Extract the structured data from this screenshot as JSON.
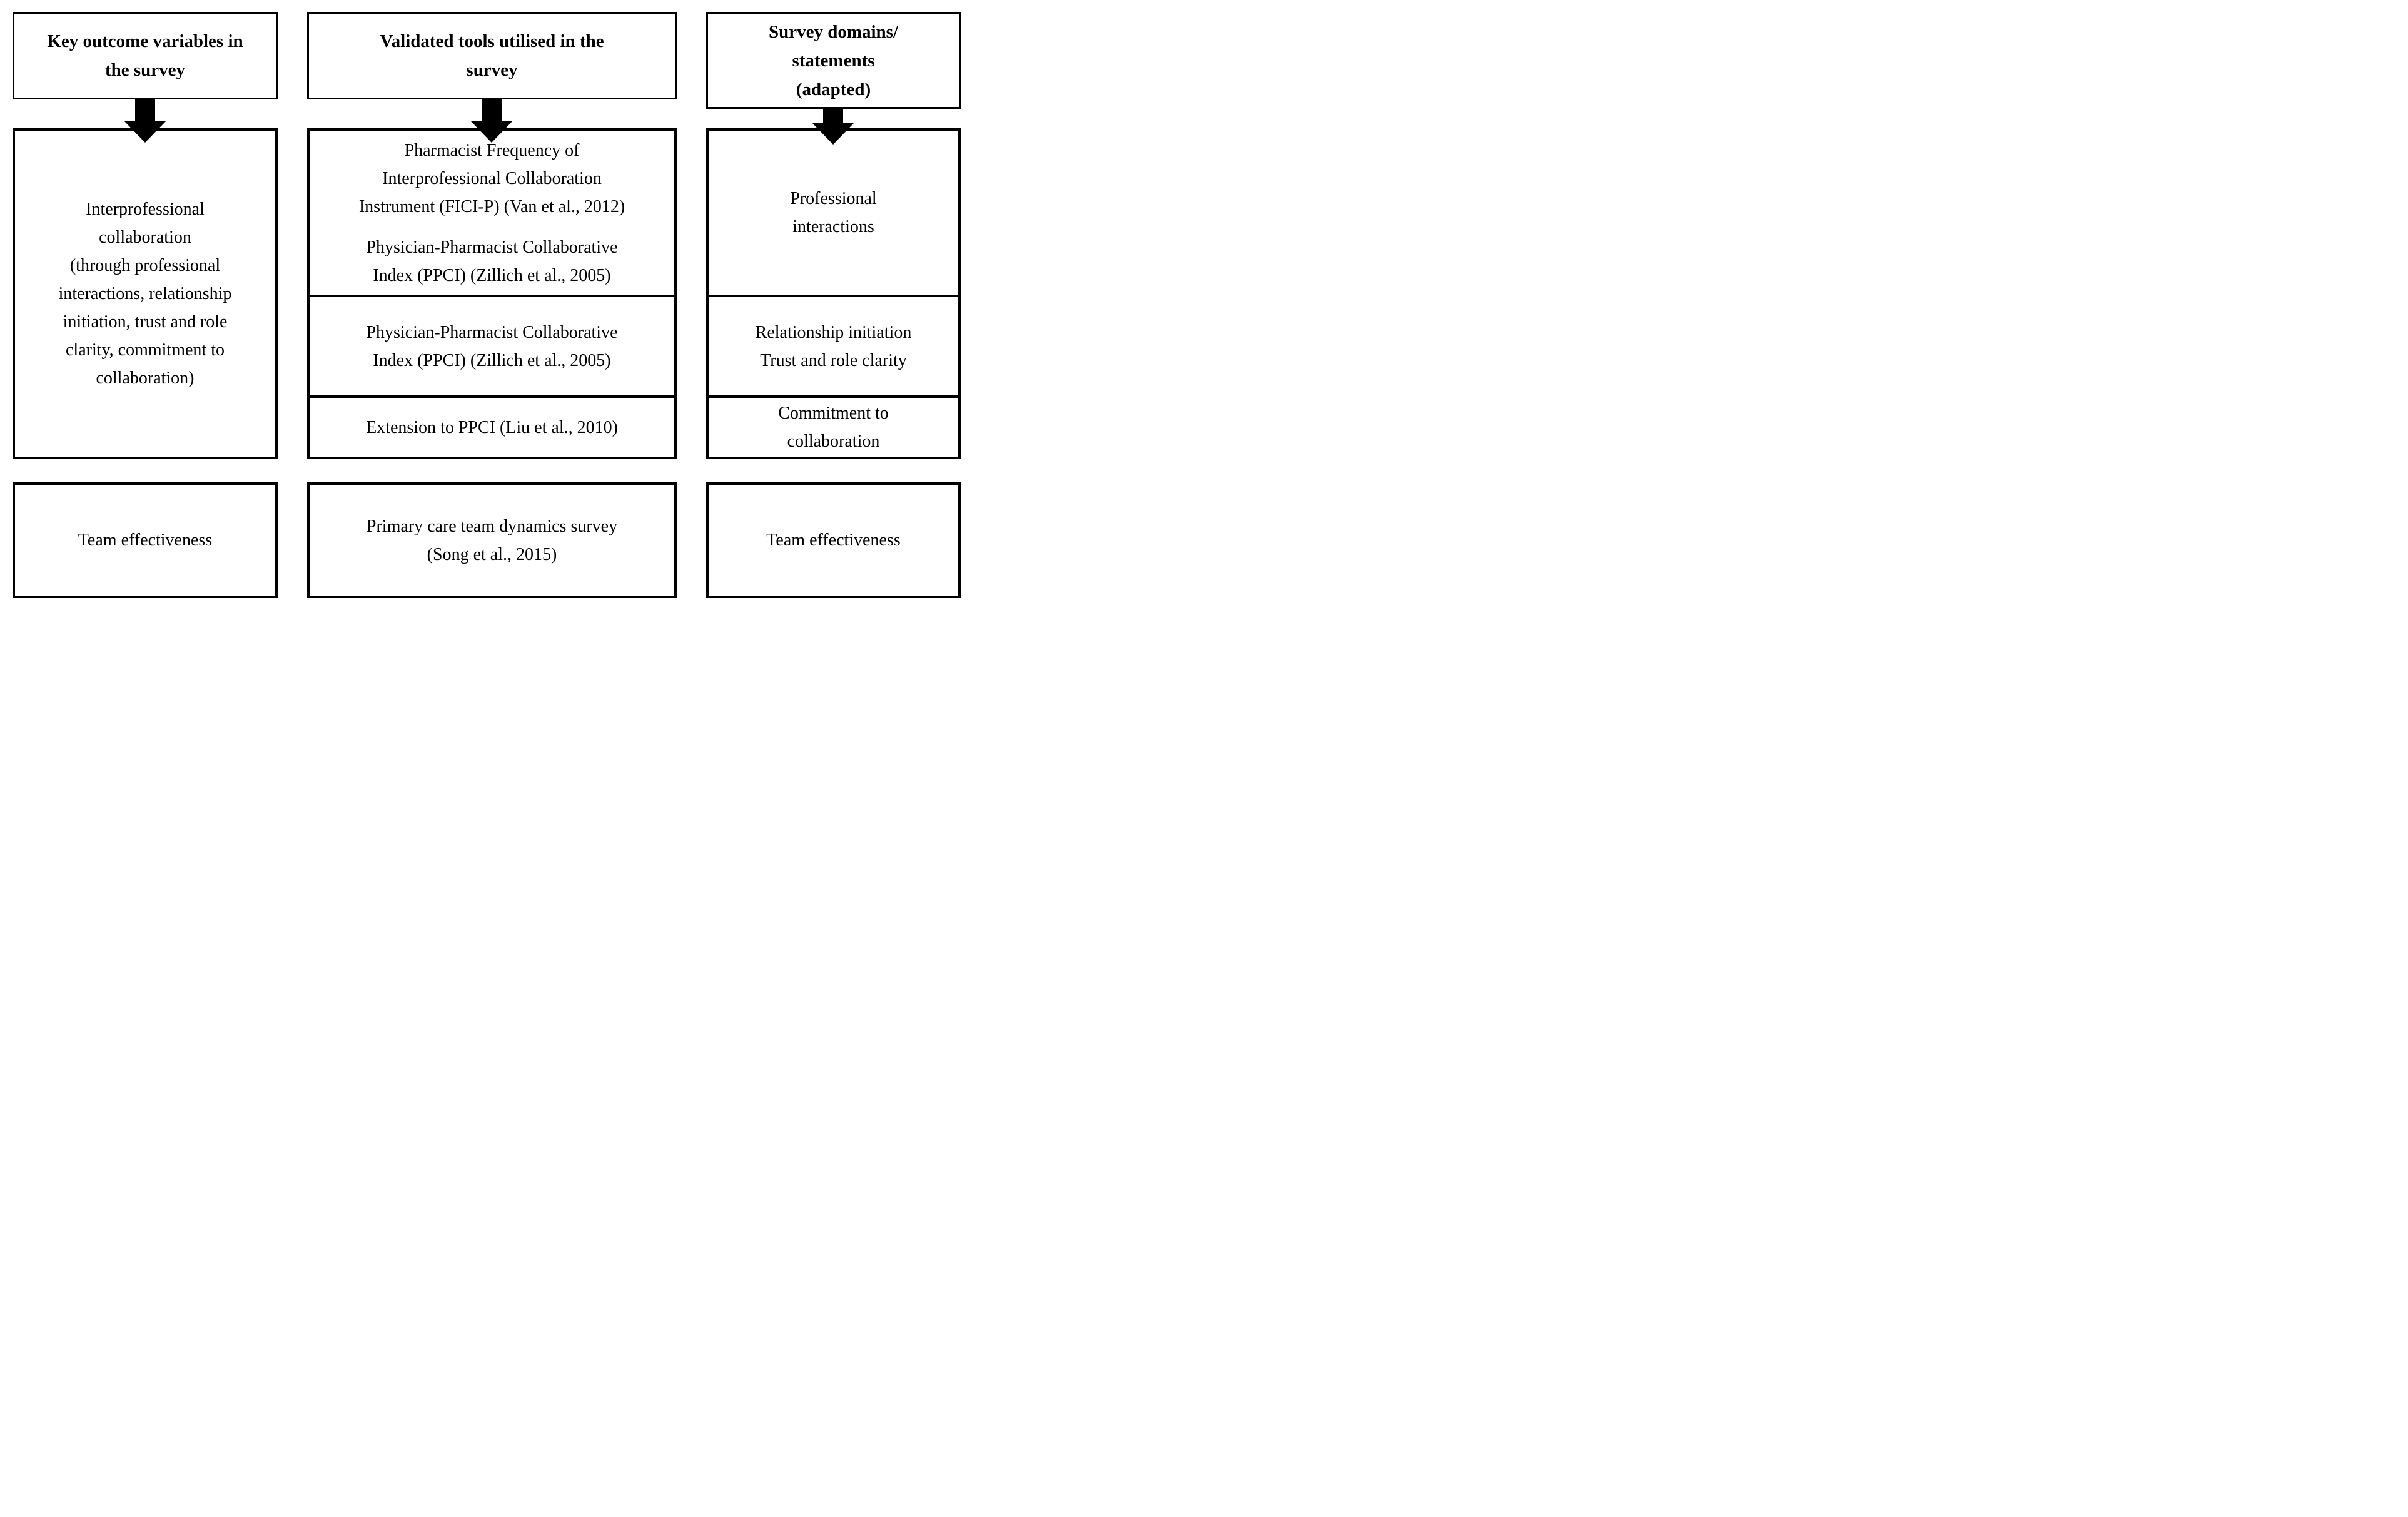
{
  "diagram": {
    "background_color": "#ffffff",
    "line_color": "#000000",
    "columns": [
      {
        "id": "key-outcome-variables",
        "header": [
          "Key outcome variables in",
          "the survey"
        ],
        "main": {
          "sections": [
            {
              "paragraphs": [
                {
                  "lines": [
                    "Interprofessional",
                    "collaboration",
                    "(through professional",
                    "interactions, relationship",
                    "initiation, trust and role",
                    "clarity, commitment to",
                    "collaboration)"
                  ]
                }
              ]
            }
          ]
        },
        "bottom": [
          "Team effectiveness"
        ]
      },
      {
        "id": "validated-tools",
        "header": [
          "Validated tools utilised in the",
          "survey"
        ],
        "main": {
          "sections": [
            {
              "paragraphs": [
                {
                  "lines": [
                    "Pharmacist Frequency of",
                    "Interprofessional Collaboration",
                    "Instrument (FICI-P) (Van et al., 2012)"
                  ]
                },
                {
                  "lines": [
                    "Physician-Pharmacist Collaborative",
                    "Index (PPCI) (Zillich et al., 2005)"
                  ]
                }
              ]
            },
            {
              "paragraphs": [
                {
                  "lines": [
                    "Physician-Pharmacist Collaborative",
                    "Index (PPCI) (Zillich et al., 2005)"
                  ]
                }
              ]
            },
            {
              "paragraphs": [
                {
                  "lines": [
                    "Extension to PPCI (Liu et al., 2010)"
                  ]
                }
              ]
            }
          ]
        },
        "bottom": [
          "Primary care team dynamics survey",
          "(Song et al., 2015)"
        ]
      },
      {
        "id": "survey-domains",
        "header": [
          "Survey domains/",
          "statements",
          "(adapted)"
        ],
        "main": {
          "sections": [
            {
              "paragraphs": [
                {
                  "lines": [
                    "Professional",
                    "interactions"
                  ]
                }
              ]
            },
            {
              "paragraphs": [
                {
                  "lines": [
                    "Relationship initiation",
                    "Trust and role clarity"
                  ]
                }
              ]
            },
            {
              "paragraphs": [
                {
                  "lines": [
                    "Commitment to",
                    "collaboration"
                  ]
                }
              ]
            }
          ]
        },
        "bottom": [
          "Team effectiveness"
        ]
      }
    ]
  }
}
